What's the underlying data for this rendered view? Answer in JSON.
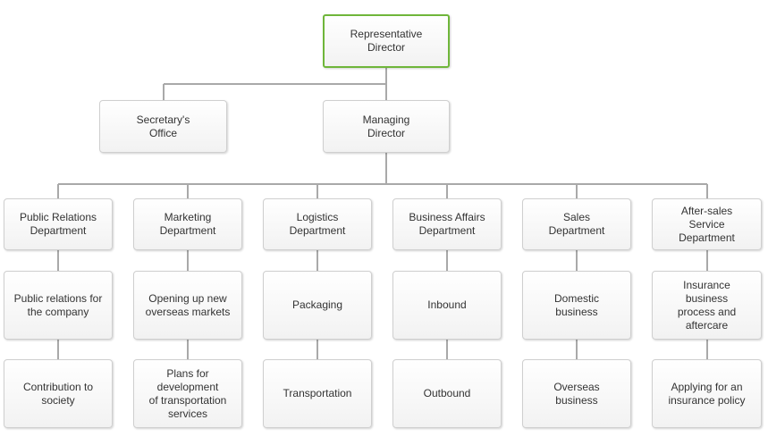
{
  "org_chart": {
    "representative": "Representative\nDirector",
    "secretary": "Secretary's\nOffice",
    "managing": "Managing\nDirector",
    "departments": [
      {
        "name": "Public Relations\nDepartment",
        "tasks": [
          "Public relations for\nthe company",
          "Contribution to\nsociety"
        ]
      },
      {
        "name": "Marketing\nDepartment",
        "tasks": [
          "Opening up new\noverseas markets",
          "Plans for\ndevelopment\nof transportation\nservices"
        ]
      },
      {
        "name": "Logistics\nDepartment",
        "tasks": [
          "Packaging",
          "Transportation"
        ]
      },
      {
        "name": "Business Affairs\nDepartment",
        "tasks": [
          "Inbound",
          "Outbound"
        ]
      },
      {
        "name": "Sales\nDepartment",
        "tasks": [
          "Domestic\nbusiness",
          "Overseas\nbusiness"
        ]
      },
      {
        "name": "After-sales\nService\nDepartment",
        "tasks": [
          "Insurance\nbusiness\nprocess and\naftercare",
          "Applying for an\ninsurance policy"
        ]
      }
    ]
  }
}
